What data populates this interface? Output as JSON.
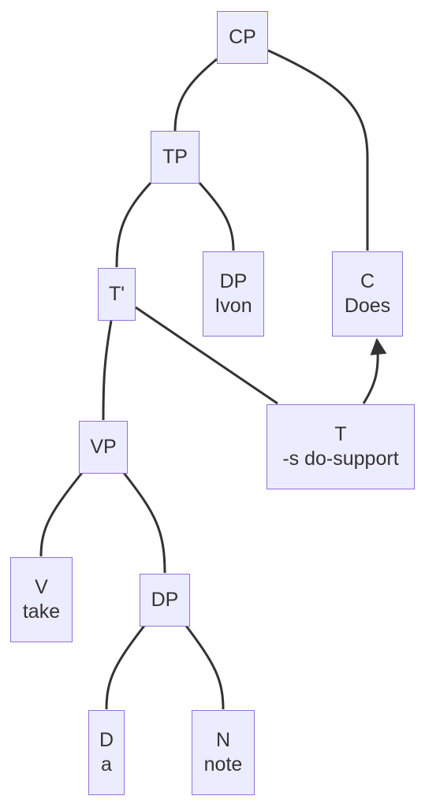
{
  "colors": {
    "node_fill": "#ececff",
    "node_border": "#9370db",
    "edge": "#333333",
    "text": "#333333"
  },
  "nodes": {
    "cp": {
      "label": "CP"
    },
    "tp": {
      "label": "TP"
    },
    "c_does": {
      "label": "C\nDoes"
    },
    "t_bar": {
      "label": "T'"
    },
    "dp_ivon": {
      "label": "DP\nIvon"
    },
    "t_do_support": {
      "label": "T\n-s do-support"
    },
    "vp": {
      "label": "VP"
    },
    "v_take": {
      "label": "V\ntake"
    },
    "dp_object": {
      "label": "DP"
    },
    "d_a": {
      "label": "D\na"
    },
    "n_note": {
      "label": "N\nnote"
    }
  },
  "edges": [
    {
      "from": "cp",
      "to": "tp"
    },
    {
      "from": "cp",
      "to": "c_does"
    },
    {
      "from": "tp",
      "to": "t_bar"
    },
    {
      "from": "tp",
      "to": "dp_ivon"
    },
    {
      "from": "t_bar",
      "to": "vp"
    },
    {
      "from": "t_bar",
      "to": "t_do_support"
    },
    {
      "from": "vp",
      "to": "v_take"
    },
    {
      "from": "vp",
      "to": "dp_object"
    },
    {
      "from": "dp_object",
      "to": "d_a"
    },
    {
      "from": "dp_object",
      "to": "n_note"
    },
    {
      "from": "t_do_support",
      "to": "c_does",
      "arrow": true
    }
  ]
}
